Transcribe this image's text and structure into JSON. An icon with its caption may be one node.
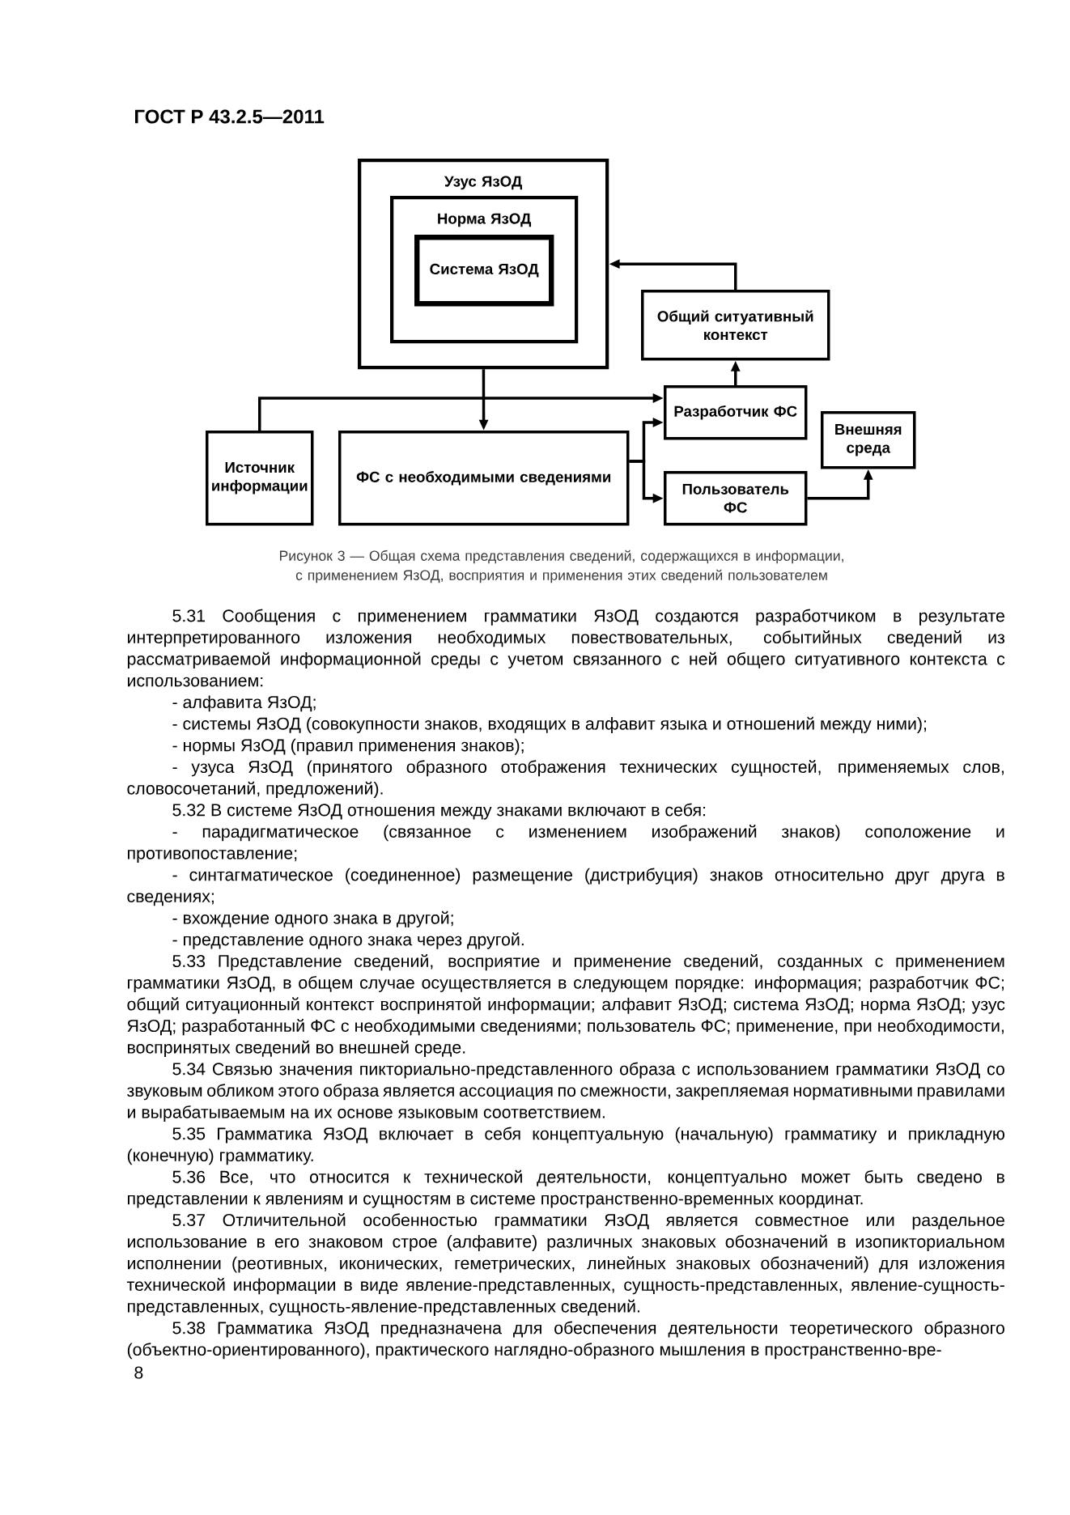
{
  "diagram": {
    "caption": "Рисунок 3 — Общая схема представления сведений, содержащихся в информации, с применением ЯзОД, восприятия и применения этих сведений пользователем",
    "nodes": [
      {
        "text": [
          "Узус ЯзОД"
        ]
      },
      {
        "text": [
          "Норма ЯзОД"
        ],
        "in": 0
      },
      {
        "text": [
          "Система ЯзОД"
        ],
        "in": 1
      },
      {
        "text": [
          "Общий ситуативный контекст"
        ]
      },
      {
        "text": [
          "Разработчик ФС"
        ]
      },
      {
        "text": [
          "Внешняя среда"
        ]
      },
      {
        "text": [
          "Источник информации"
        ]
      },
      {
        "text": [
          "ФС с необходимыми сведениями"
        ]
      },
      {
        "text": [
          "Пользователь ФС"
        ]
      }
    ],
    "edges": [
      {
        "from": 3,
        "to": 0,
        "arrow": "to"
      },
      {
        "from": 4,
        "to": 3,
        "arrow": "to"
      },
      {
        "from": 0,
        "to": 7,
        "arrow": "to"
      },
      {
        "from": 6,
        "to": 4,
        "arrow": "to"
      },
      {
        "from": 7,
        "to": 4,
        "arrow": "to"
      },
      {
        "from": 7,
        "to": 8,
        "arrow": "to"
      },
      {
        "from": 8,
        "to": 5,
        "arrow": "to"
      }
    ],
    "labels": [
      "ГОСТ Р 43.2.5—2011",
      "5.31 Сообщения с применением грамматики ЯзОД создаются разработчиком в результате интерпретированного изложения необходимых повествовательных, событийных сведений из рассматриваемой информационной среды с учетом связанного с ней общего ситуативного контекста с использованием:",
      "- алфавита ЯзОД;",
      "- системы ЯзОД (совокупности знаков, входящих в алфавит языка и отношений между ними);",
      "- нормы ЯзОД (правил применения знаков);",
      "- узуса ЯзОД (принятого образного отображения технических сущностей, применяемых слов, словосочетаний, предложений).",
      "5.32 В системе ЯзОД отношения между знаками включают в себя:",
      "- парадигматическое (связанное с изменением изображений знаков) соположение и противопоставление;",
      "- синтагматическое (соединенное) размещение (дистрибуция) знаков относительно друг друга в сведениях;",
      "- вхождение одного знака в другой;",
      "- представление одного знака через другой.",
      "5.33 Представление сведений, восприятие и применение сведений, созданных с применением грамматики ЯзОД, в общем случае осуществляется в следующем порядке: информация; разработчик ФС; общий ситуационный контекст воспринятой информации; алфавит ЯзОД; система ЯзОД; норма ЯзОД; узус ЯзОД; разработанный ФС с необходимыми сведениями; пользователь ФС; применение, при необходимости, воспринятых сведений во внешней среде.",
      "5.34 Связью значения пикториально-представленного образа с использованием грамматики ЯзОД со звуковым обликом этого образа является ассоциация по смежности, закрепляемая нормативными правилами и вырабатываемым на их основе языковым соответствием.",
      "5.35 Грамматика ЯзОД включает в себя концептуальную (начальную) грамматику и прикладную (конечную) грамматику.",
      "5.36 Все, что относится к технической деятельности, концептуально может быть сведено в представлении к явлениям и сущностям в системе пространственно-временных координат.",
      "5.37 Отличительной особенностью грамматики ЯзОД является совместное или раздельное использование в его знаковом строе (алфавите) различных знаковых обозначений в изопикториальном исполнении (реотивных, иконических, геметрических, линейных знаковых обозначений) для изложения технической информации в виде явление-представленных, сущность-представленных, явление-сущность-представленных, сущность-явление-представленных сведений.",
      "5.38 Грамматика ЯзОД предназначена для обеспечения деятельности теоретического образного (объектно-ориентированного), практического наглядно-образного мышления в пространственно-вре-",
      "8"
    ]
  }
}
